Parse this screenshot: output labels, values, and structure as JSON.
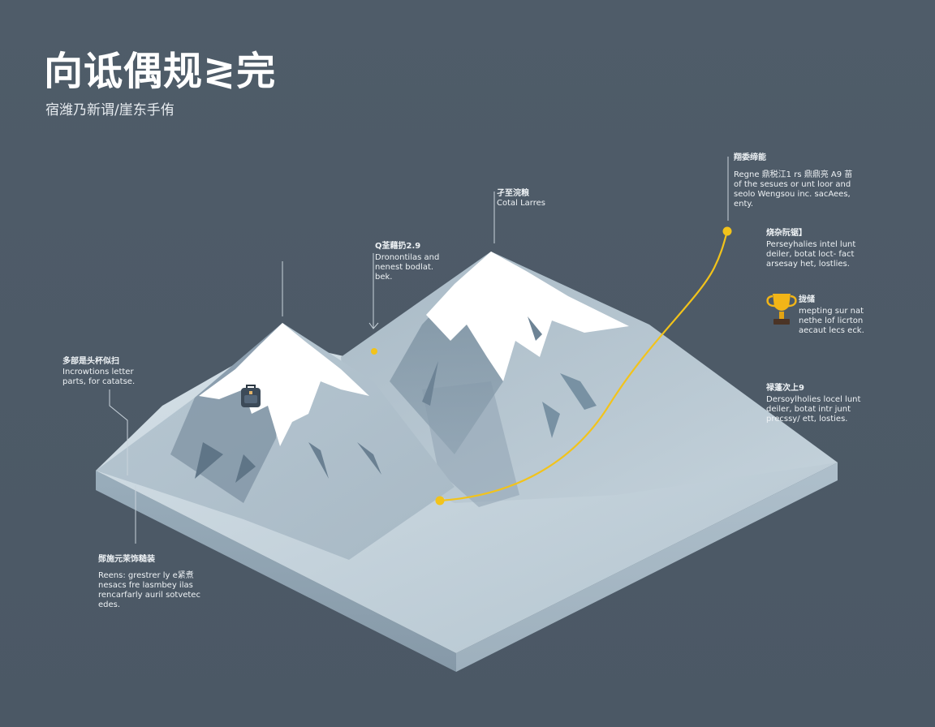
{
  "header": {
    "title": "向诋偶规≷完",
    "subtitle": "宿潍乃新谓/崖东手侑"
  },
  "annotations": [
    {
      "heading": "孑至浣粮",
      "body": "Cotal Larres"
    },
    {
      "heading": "Q荃藉扔2.9",
      "body": "Dronontilas and\nnenest bodlat.\nbek."
    },
    {
      "heading": "多部是头杯似扫",
      "body": "Incrowtions letter\nparts, for catatse."
    },
    {
      "heading": "郧施元茉饰糙装",
      "body": "Reens: grestrer ly e紧煮\nnesacs fre lasmbey ilas\nrencarfarly auril sotvetec\nedes."
    },
    {
      "heading": "翔委缔能",
      "body": "Regne 鼎税江1 rs 鼎鼎亮 A9 苗\nof the sesues or unt loor and\nseolo Wengsou inc. sacAees,\nenty."
    },
    {
      "heading": "烧杂阮锯】",
      "body": "Perseyhalies intel lunt\ndeiler, botat loct- fact\narsesay het, lostlies."
    },
    {
      "heading": "拢储",
      "body": "mepting sur nat\nnethe lof licrton\naecaut lecs eck."
    },
    {
      "heading": "禄蓬次上9",
      "body": "Dersoylholies locel lunt\ndeiler, botat intr junt\nprecssy/ ett, losties."
    }
  ],
  "colors": {
    "background": "#4e5b68",
    "route": "#f2c31b",
    "snow": "#ffffff",
    "slab_top": "#b9c8d2",
    "slab_side": "#8d9fae"
  },
  "icons": {
    "backpack": "backpack-icon",
    "trophy": "trophy-icon",
    "route_start": "route-start-dot",
    "route_end": "route-end-dot"
  }
}
